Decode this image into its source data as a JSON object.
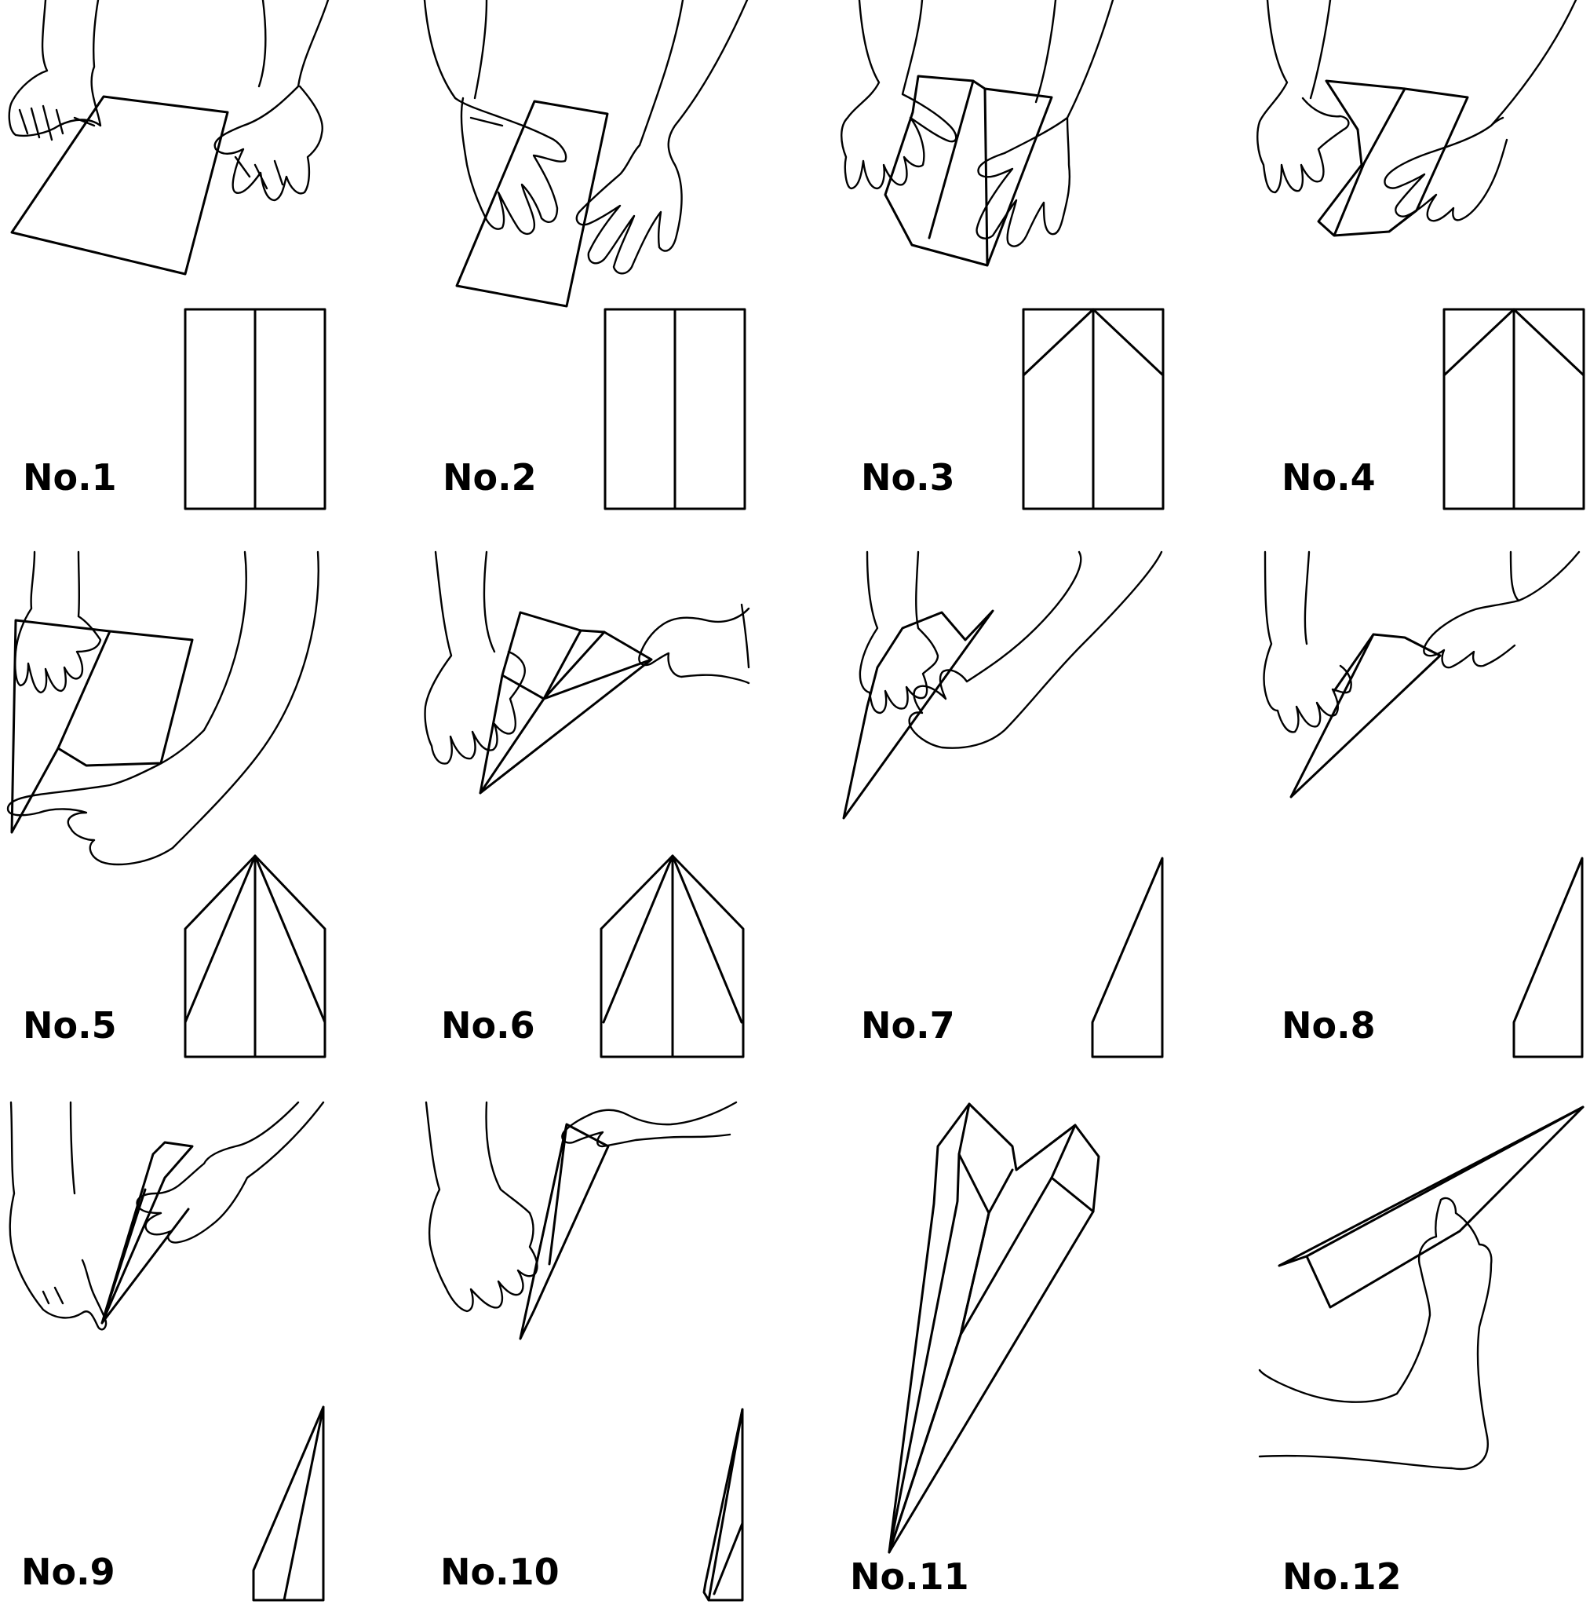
{
  "figure": {
    "stroke_color": "#000000",
    "background_color": "#ffffff",
    "steps": [
      {
        "label": "No.1",
        "photo": "hands-flatten-sheet",
        "diagram": "center-crease"
      },
      {
        "label": "No.2",
        "photo": "hands-fold-in-half",
        "diagram": "center-crease"
      },
      {
        "label": "No.3",
        "photo": "hands-fold-top-corners",
        "diagram": "top-corners-folded"
      },
      {
        "label": "No.4",
        "photo": "hands-crease-corners",
        "diagram": "top-corners-folded"
      },
      {
        "label": "No.5",
        "photo": "hands-fold-edges-to-center",
        "diagram": "edges-to-center"
      },
      {
        "label": "No.6",
        "photo": "hands-fold-edges-to-center",
        "diagram": "edges-to-center"
      },
      {
        "label": "No.7",
        "photo": "hands-fold-in-half-lengthwise",
        "diagram": "half-profile"
      },
      {
        "label": "No.8",
        "photo": "hands-crease-half",
        "diagram": "half-profile"
      },
      {
        "label": "No.9",
        "photo": "hands-fold-first-wing",
        "diagram": "wing-fold"
      },
      {
        "label": "No.10",
        "photo": "hands-fold-second-wing",
        "diagram": "wing-fold-both"
      },
      {
        "label": "No.11",
        "photo": "finished-plane-top-view",
        "diagram": ""
      },
      {
        "label": "No.12",
        "photo": "hand-launching-plane",
        "diagram": ""
      }
    ]
  }
}
